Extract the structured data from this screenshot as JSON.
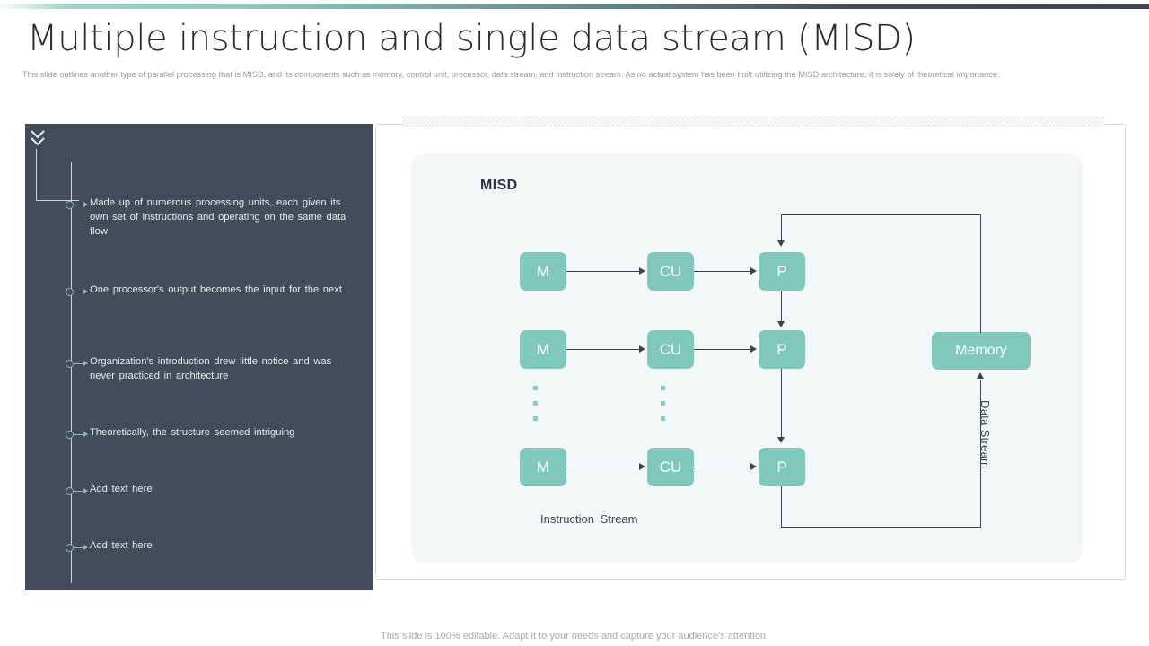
{
  "header": {
    "title": "Multiple instruction and single data stream (MISD)",
    "subtitle": "This slide outlines another type of parallel processing that is MISD, and its components such as memory, control unit, processor, data stream, and instruction stream. As no actual system has been built utilizing the MISD architecture, it is solely of theoretical importance."
  },
  "colors": {
    "panel_dark": "#434c5a",
    "node_teal": "#7fc8bb",
    "inner_panel": "#f2f8f7",
    "connector": "#3b4352",
    "marker": "#8fb7b0"
  },
  "sidebar": {
    "collapse_icon": "chevron-double-down-icon",
    "items": [
      {
        "text": "Made up of numerous processing units, each given its own set of instructions and operating on the same data flow"
      },
      {
        "text": "One processor's output becomes the input for the next"
      },
      {
        "text": "Organization's introduction drew little notice and was never practiced in architecture"
      },
      {
        "text": "Theoretically, the structure seemed intriguing"
      },
      {
        "text": "Add text here"
      },
      {
        "text": "Add text here"
      }
    ]
  },
  "diagram": {
    "title": "MISD",
    "instruction_stream_label": "Instruction  Stream",
    "data_stream_label": "Data Stream",
    "memory_label": "Memory",
    "rows": [
      {
        "memory": "M",
        "control_unit": "CU",
        "processor": "P"
      },
      {
        "memory": "M",
        "control_unit": "CU",
        "processor": "P"
      },
      {
        "memory": "M",
        "control_unit": "CU",
        "processor": "P"
      }
    ],
    "ellipsis": "vertical-dots"
  },
  "footer": {
    "note": "This slide is 100% editable. Adapt it to your needs and capture your audience's attention."
  }
}
